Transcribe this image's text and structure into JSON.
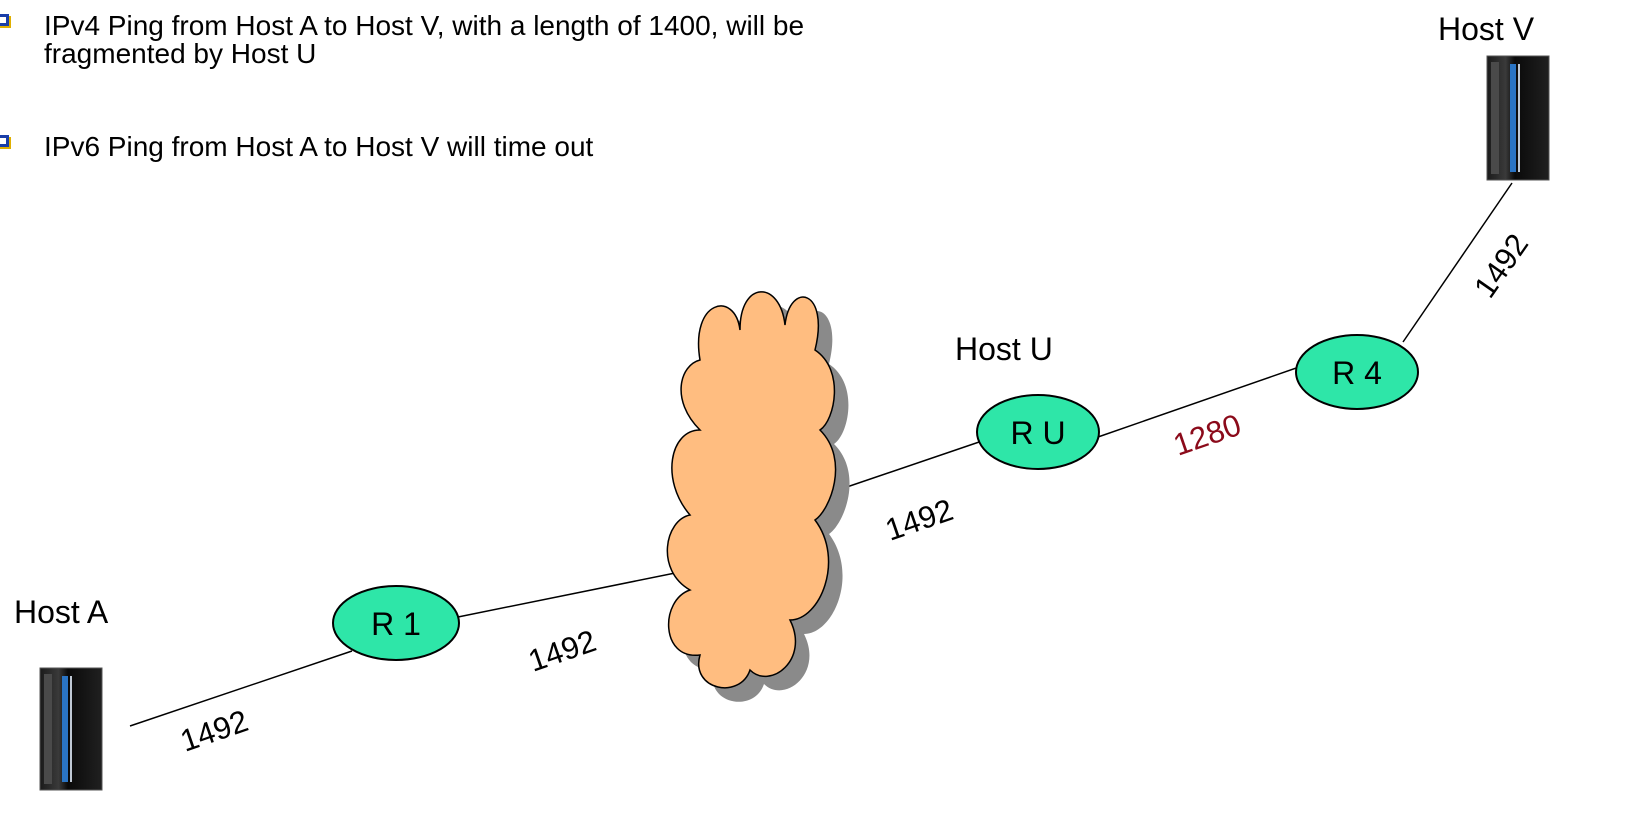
{
  "bullets": [
    {
      "text": "IPv4 Ping from Host A to Host V, with a length of 1400, will be\nfragmented by Host U"
    },
    {
      "text": "IPv6 Ping from Host A to Host V will time out"
    }
  ],
  "hosts": {
    "host_a": "Host A",
    "host_u": "Host U",
    "host_v": "Host V"
  },
  "routers": {
    "r1": "R 1",
    "ru": "R U",
    "r4": "R 4"
  },
  "links": {
    "hosta_r1": "1492",
    "r1_cloud": "1492",
    "cloud_ru": "1492",
    "ru_r4": "1280",
    "r4_hostv": "1492"
  },
  "colors": {
    "router_fill": "#2ee6a8",
    "cloud_fill": "#ffbd80",
    "cloud_shadow": "#8a8a8a",
    "bullet_border": "#1a3ea8",
    "highlight_mtu": "#8b0a1a"
  }
}
